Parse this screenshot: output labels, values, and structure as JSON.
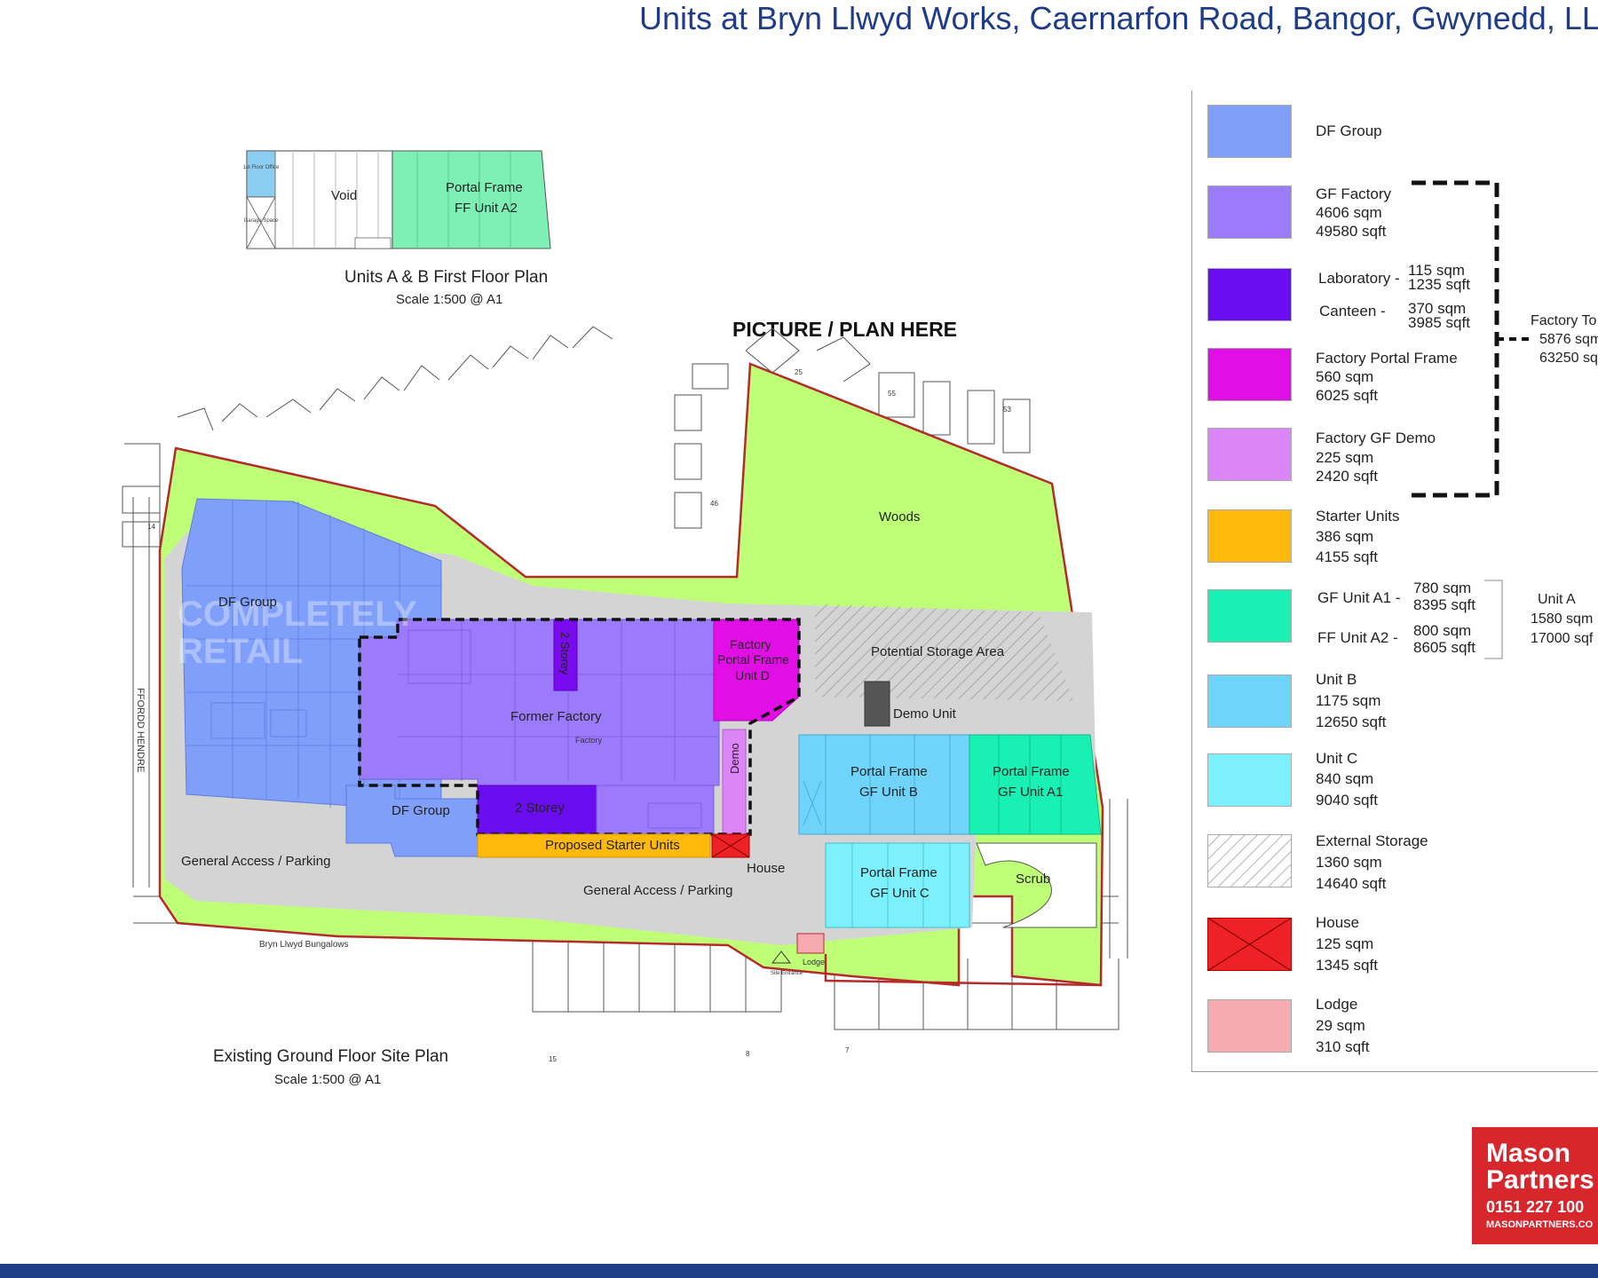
{
  "header": {
    "title": "Units at Bryn Llwyd Works, Caernarfon Road, Bangor, Gwynedd, LL"
  },
  "first_floor_plan": {
    "title": "Units A & B First Floor Plan",
    "scale": "Scale 1:500 @ A1",
    "void": "Void",
    "portal_frame": "Portal Frame",
    "ff_unit": "FF Unit A2",
    "office": "1st Floor Office",
    "garage": "Garage Space"
  },
  "ground_floor_plan": {
    "title": "Existing Ground Floor Site Plan",
    "scale": "Scale 1:500 @ A1",
    "placeholder": "PICTURE / PLAN HERE",
    "labels": {
      "woods": "Woods",
      "df_group": "DF Group",
      "former_factory": "Former Factory",
      "factory_small": "Factory",
      "two_storey": "2 Storey",
      "factory_pf_1": "Factory",
      "factory_pf_2": "Portal Frame",
      "factory_pf_3": "Unit D",
      "demo": "Demo",
      "storage": "Potential Storage Area",
      "demo_unit": "Demo Unit",
      "portal_frame": "Portal Frame",
      "gf_unit_b": "GF Unit B",
      "gf_unit_a1": "GF Unit A1",
      "gf_unit_c": "GF Unit C",
      "scrub": "Scrub",
      "starter": "Proposed Starter Units",
      "house": "House",
      "access": "General Access / Parking",
      "ffordd": "FFORDD HENDRE",
      "bungalows": "Bryn Llwyd Bungalows",
      "lodge": "Lodge",
      "site_entrance": "Site Entrance",
      "n14": "14",
      "n15": "15",
      "n8": "8",
      "n7": "7",
      "n46": "46",
      "n25": "25",
      "n55": "55",
      "n53": "53"
    }
  },
  "legend": {
    "df": {
      "l1": "DF Group",
      "color": "#7f9ffb"
    },
    "gf": {
      "l1": "GF Factory",
      "l2": "4606 sqm",
      "l3": "49580 sqft",
      "color": "#9c7bfb"
    },
    "lab": {
      "l1": "Laboratory -",
      "a": "115 sqm",
      "b": "1235 sqft",
      "color": "#6a0ef1"
    },
    "canteen": {
      "l1": "Canteen -",
      "a": "370 sqm",
      "b": "3985 sqft"
    },
    "portal": {
      "l1": "Factory Portal Frame",
      "l2": "560 sqm",
      "l3": "6025 sqft",
      "color": "#e10fe6"
    },
    "demo": {
      "l1": "Factory GF Demo",
      "l2": "225 sqm",
      "l3": "2420 sqft",
      "color": "#dc85f6"
    },
    "starter": {
      "l1": "Starter Units",
      "l2": "386 sqm",
      "l3": "4155 sqft",
      "color": "#feb90b"
    },
    "a1": {
      "l1": "GF Unit A1 -",
      "a": "780 sqm",
      "b": "8395 sqft",
      "color": "#19f0b3"
    },
    "a2": {
      "l1": "FF Unit A2 -",
      "a": "800 sqm",
      "b": "8605 sqft"
    },
    "unit_a": {
      "l1": "Unit A",
      "l2": "1580 sqm",
      "l3": "17000 sqf"
    },
    "factory_total": {
      "l1": "Factory To",
      "l2": "5876 sqm",
      "l3": "63250 sq"
    },
    "unit_b": {
      "l1": "Unit B",
      "l2": "1175 sqm",
      "l3": "12650 sqft",
      "color": "#70d3f9"
    },
    "unit_c": {
      "l1": "Unit C",
      "l2": "840 sqm",
      "l3": "9040 sqft",
      "color": "#7cf1fd"
    },
    "storage": {
      "l1": "External Storage",
      "l2": "1360 sqm",
      "l3": "14640 sqft"
    },
    "house": {
      "l1": "House",
      "l2": "125 sqm",
      "l3": "1345 sqft",
      "color": "#ee2126"
    },
    "lodge": {
      "l1": "Lodge",
      "l2": "29 sqm",
      "l3": "310 sqft",
      "color": "#f8aab2"
    }
  },
  "logo": {
    "line1": "Mason",
    "line2": "Partners",
    "phone": "0151 227 100",
    "web": "MASONPARTNERS.CO"
  },
  "watermark": {
    "line1": "COMPLETELY",
    "line2": "RETAIL"
  }
}
